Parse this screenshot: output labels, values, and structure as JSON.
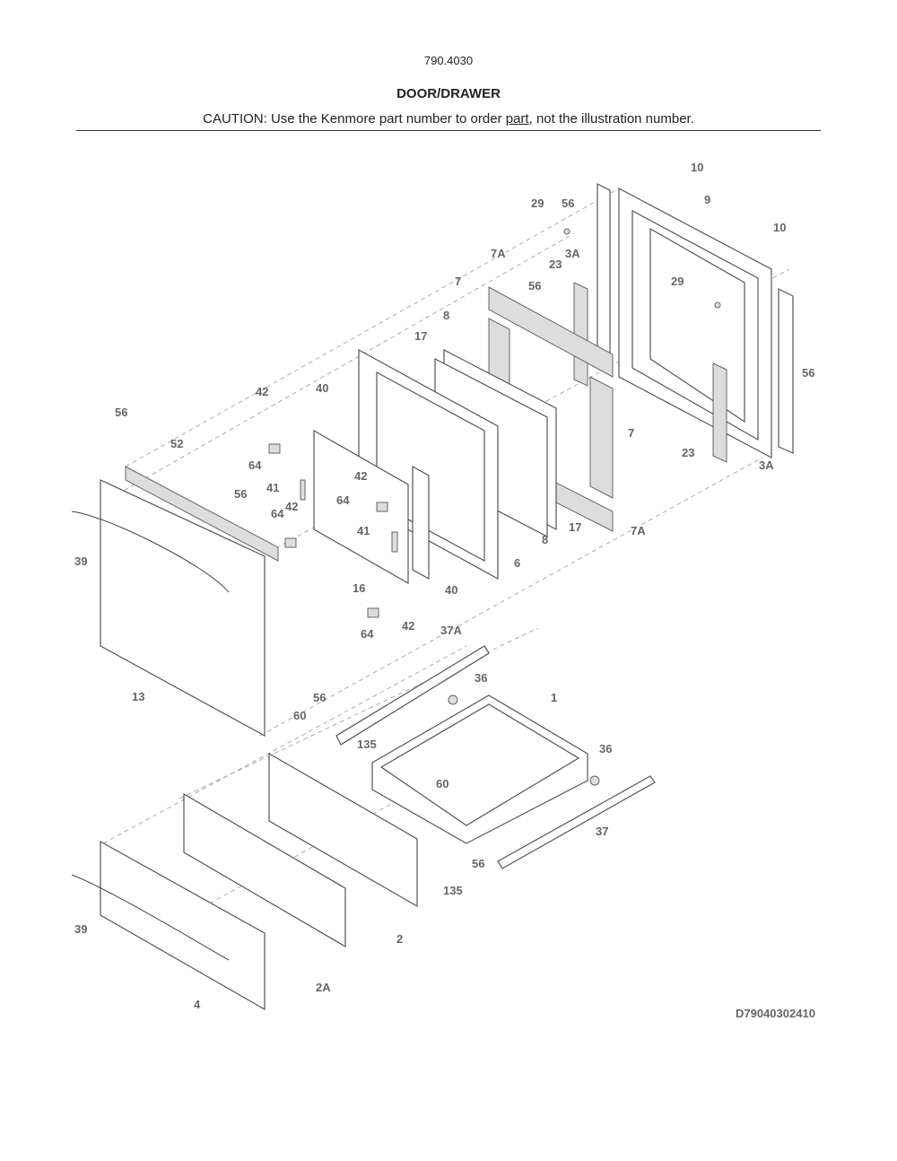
{
  "header": {
    "model": "790.4030",
    "title": "DOOR/DRAWER",
    "caution_prefix": "CAUTION: Use the Kenmore part number to order ",
    "caution_link": "part",
    "caution_suffix": ", not the illustration number."
  },
  "diagram_code": "D79040302410",
  "labels": [
    "10",
    "9",
    "10",
    "29",
    "56",
    "3A",
    "7A",
    "23",
    "56",
    "29",
    "7",
    "8",
    "17",
    "56",
    "7",
    "23",
    "3A",
    "42",
    "40",
    "56",
    "52",
    "42",
    "64",
    "56",
    "41",
    "42",
    "64",
    "64",
    "41",
    "8",
    "17",
    "7A",
    "6",
    "39",
    "16",
    "40",
    "42",
    "64",
    "37A",
    "36",
    "13",
    "56",
    "1",
    "60",
    "135",
    "36",
    "60",
    "37",
    "56",
    "135",
    "39",
    "2",
    "2A",
    "4"
  ]
}
